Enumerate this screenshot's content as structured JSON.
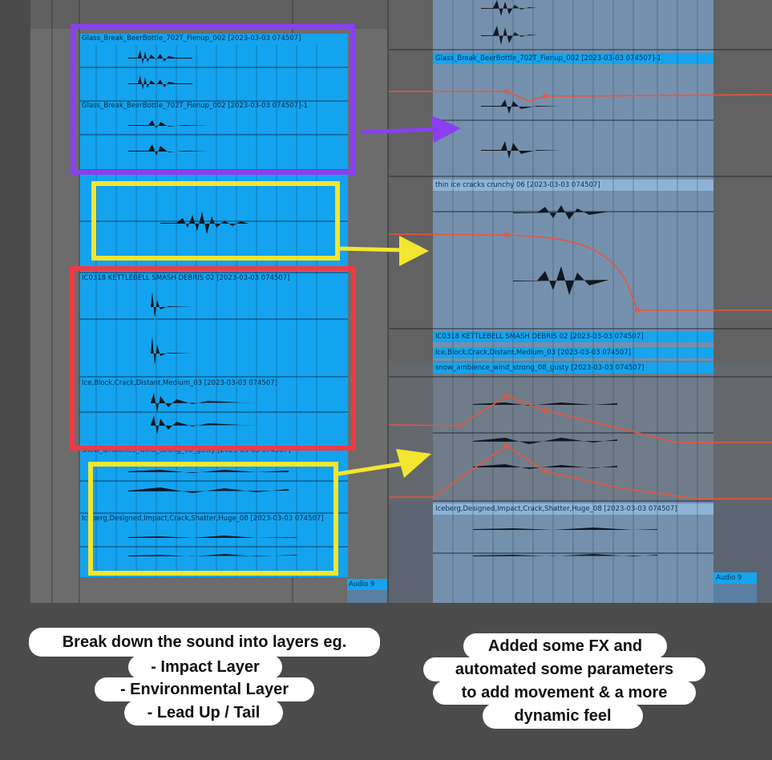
{
  "left_panel": {
    "clips": [
      {
        "label": "Glass_Break_BeerBottle_702T_Fienup_002 [2023-03-03 074507]"
      },
      {
        "label": "Glass_Break_BeerBottle_702T_Fienup_002 [2023-03-03 074507]-1"
      },
      {
        "label": "IC0318 KETTLEBELL SMASH DEBRIS 02 [2023-03-03 074507]"
      },
      {
        "label": "Ice,Block,Crack,Distant,Medium_03 [2023-03-03 074507]"
      },
      {
        "label": "snow_ambience_wind_strong_08_gusty [2023-03-03 074507]"
      },
      {
        "label": "Iceberg,Designed,Impact,Crack,Shatter,Huge_08 [2023-03-03 074507]"
      }
    ],
    "audio_track_label": "Audio 9"
  },
  "right_panel": {
    "clip_labels": [
      "Glass_Break_BeerBottle_702T_Fienup_002 [2023-03-03 074507]-1",
      "thin ice cracks crunchy 06 [2023-03-03 074507]",
      "IC0318 KETTLEBELL SMASH DEBRIS 02 [2023-03-03 074507]",
      "Ice,Block,Crack,Distant,Medium_03 [2023-03-03 074507]",
      "snow_ambience_wind_strong_08_gusty [2023-03-03 074507]",
      "Iceberg,Designed,Impact,Crack,Shatter,Huge_08 [2023-03-03 074507]"
    ],
    "audio_track_label": "Audio 9"
  },
  "highlight_colors": {
    "purple": "#8a3ff0",
    "yellow": "#f3e630",
    "red": "#ef3a46",
    "automation": "#e8553d",
    "clip": "#14a3ee"
  },
  "captions": {
    "left": [
      "Break down the sound into layers eg.",
      "- Impact Layer",
      "- Environmental Layer",
      "- Lead Up / Tail"
    ],
    "right": [
      "Added some FX and",
      "automated some parameters",
      "to add movement & a more",
      "dynamic feel"
    ]
  }
}
